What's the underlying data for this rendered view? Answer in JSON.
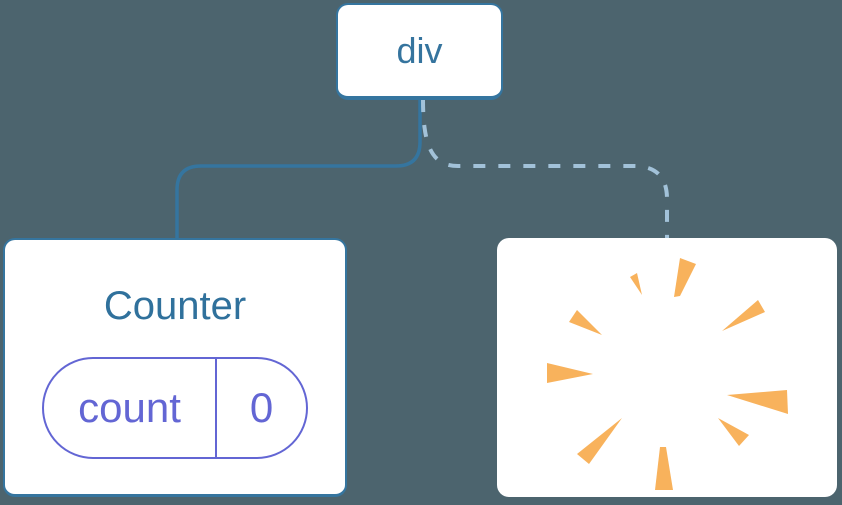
{
  "diagram": {
    "root": {
      "label": "div"
    },
    "counter": {
      "title": "Counter",
      "state_name": "count",
      "state_value": "0"
    },
    "removed_child": {
      "icon": "poof-burst-icon"
    }
  },
  "colors": {
    "background": "#4C646E",
    "node_blue": "#35759F",
    "text_blue": "#30719C",
    "connector_solid": "#35759F",
    "connector_dashed": "#A2C2D9",
    "state_indigo": "#6366D4",
    "burst_orange": "#F8B25C",
    "card_white": "#FFFFFF"
  }
}
